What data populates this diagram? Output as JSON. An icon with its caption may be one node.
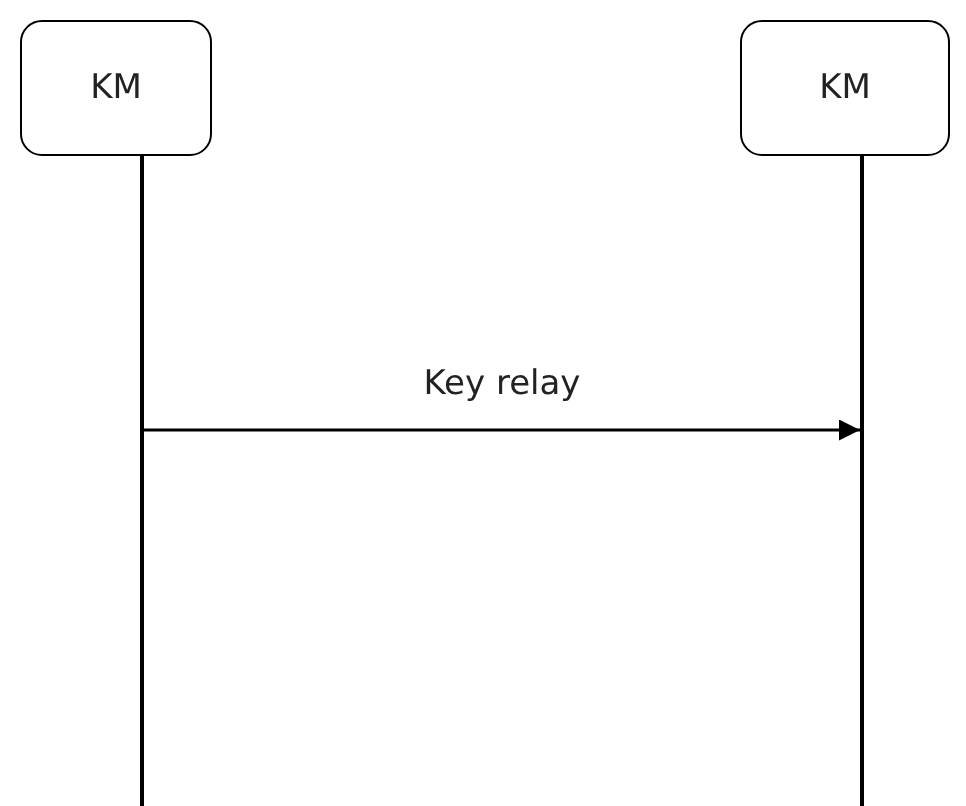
{
  "diagram": {
    "nodes": [
      {
        "text": [
          "KM"
        ]
      },
      {
        "text": [
          "KM"
        ]
      },
      {
        "text": [],
        "shape": "line"
      },
      {
        "text": [],
        "shape": "line"
      }
    ],
    "edges": [
      {
        "from": 2,
        "to": 3,
        "arrow": "to",
        "label": "Key relay"
      }
    ]
  }
}
